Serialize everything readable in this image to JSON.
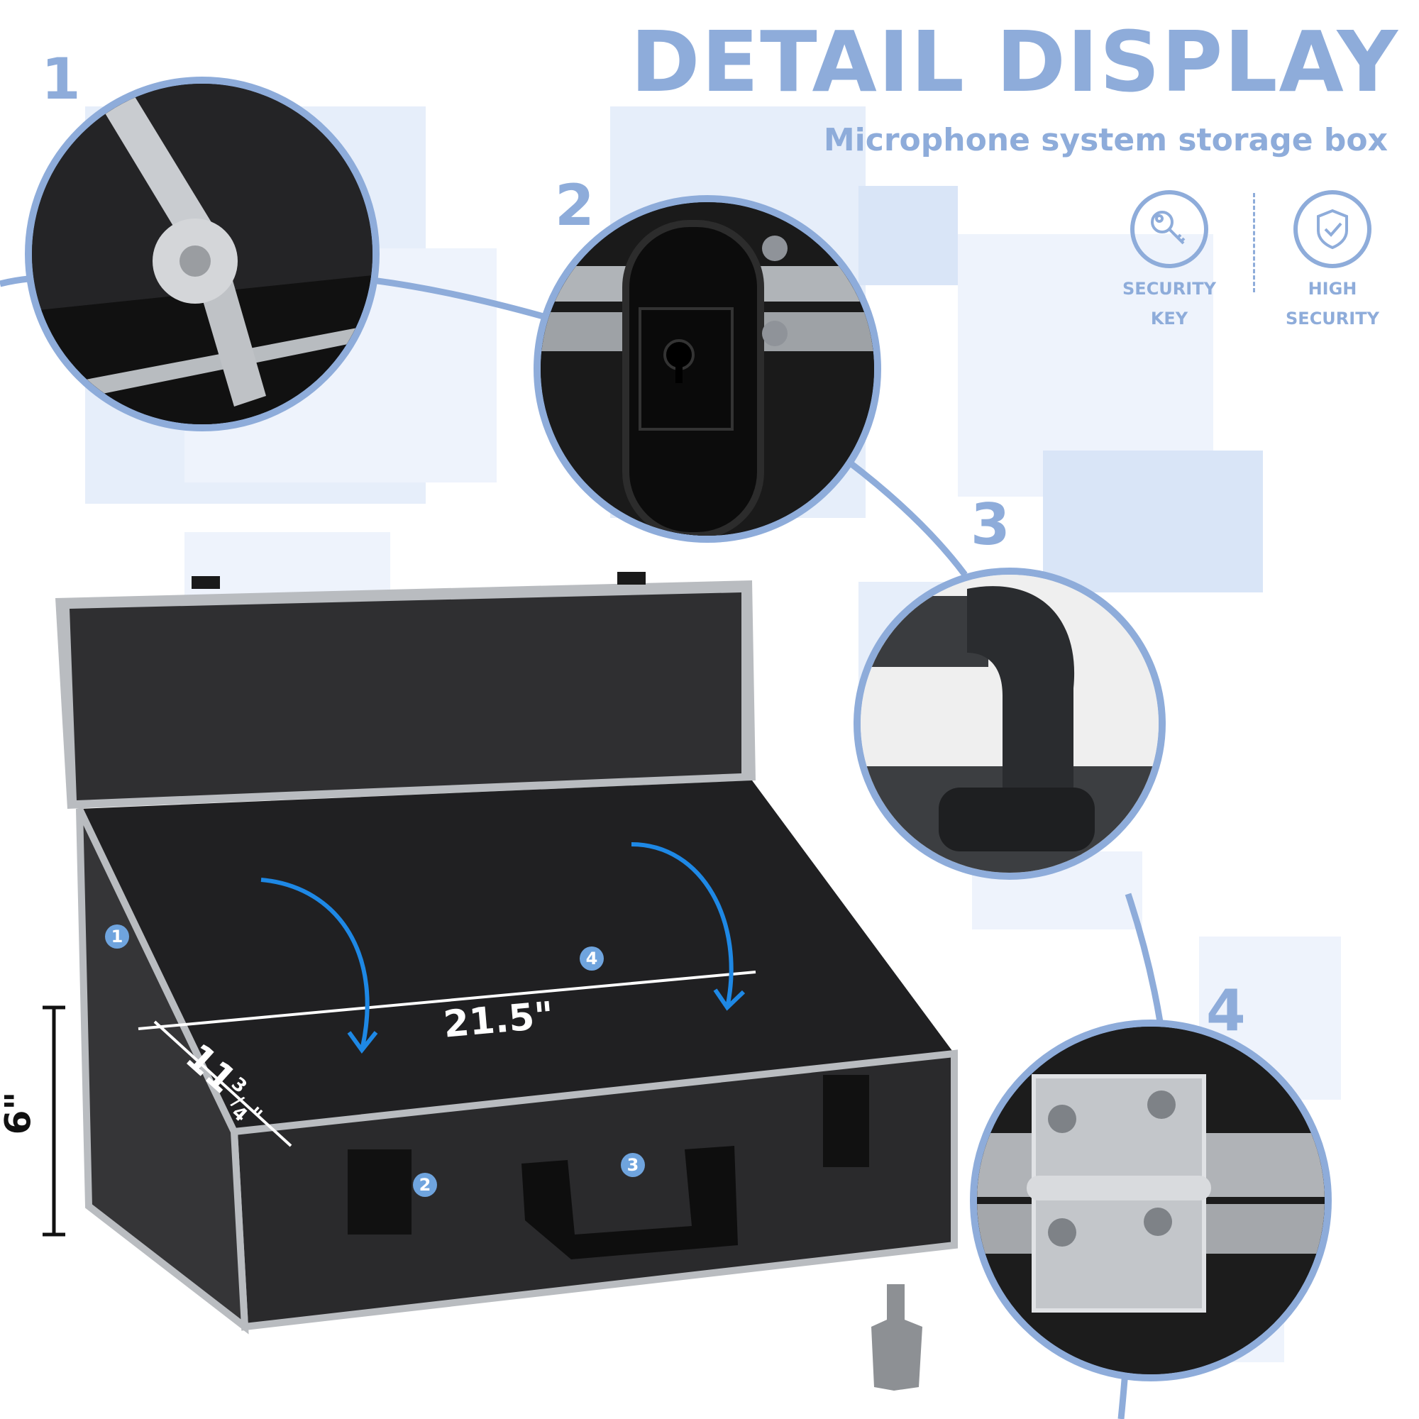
{
  "header": {
    "title": "DETAIL DISPLAY",
    "subtitle": "Microphone system storage box"
  },
  "features": [
    {
      "icon": "key-icon",
      "line1": "SECURITY",
      "line2": "KEY"
    },
    {
      "icon": "shield-check-icon",
      "line1": "HIGH",
      "line2": "SECURITY"
    }
  ],
  "details": [
    {
      "number": "1",
      "subject": "lid support hinge arm"
    },
    {
      "number": "2",
      "subject": "black locking latch with keyhole"
    },
    {
      "number": "3",
      "subject": "black carrying handle"
    },
    {
      "number": "4",
      "subject": "chrome rear hinge"
    }
  ],
  "product": {
    "markers": [
      "1",
      "2",
      "3",
      "4"
    ],
    "dimensions": {
      "length": "21.5\"",
      "width_whole": "11",
      "width_frac_num": "3",
      "width_frac_den": "4",
      "width_unit": "\"",
      "height": "6\""
    }
  },
  "colors": {
    "accent": "#8eacda",
    "marker": "#6fa4de",
    "arrow": "#1e88e5",
    "case": "#2a2a2a",
    "trim": "#b9bcc0"
  }
}
